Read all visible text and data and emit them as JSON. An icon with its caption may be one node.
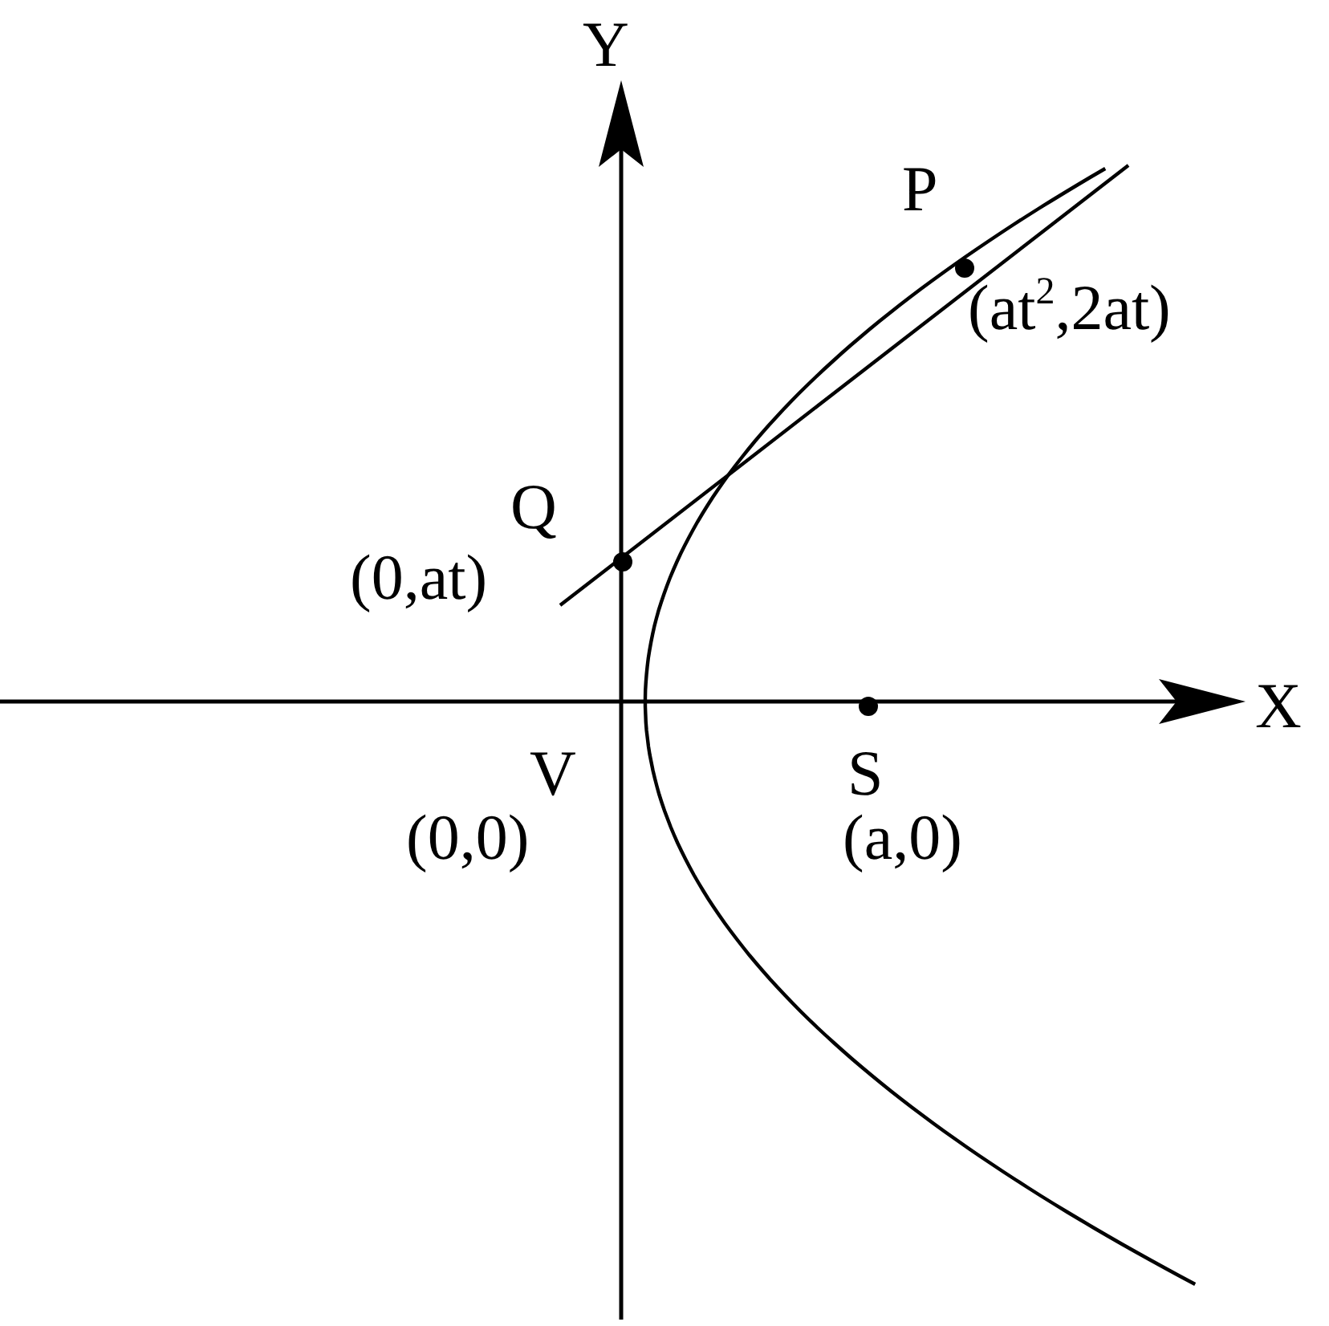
{
  "diagram": {
    "labels": [
      "Y",
      "P",
      "(at$^{2}$,2at)",
      "Q",
      "(0,at)",
      "X",
      "V",
      "(0,0)",
      "S",
      "(a,0)"
    ]
  }
}
